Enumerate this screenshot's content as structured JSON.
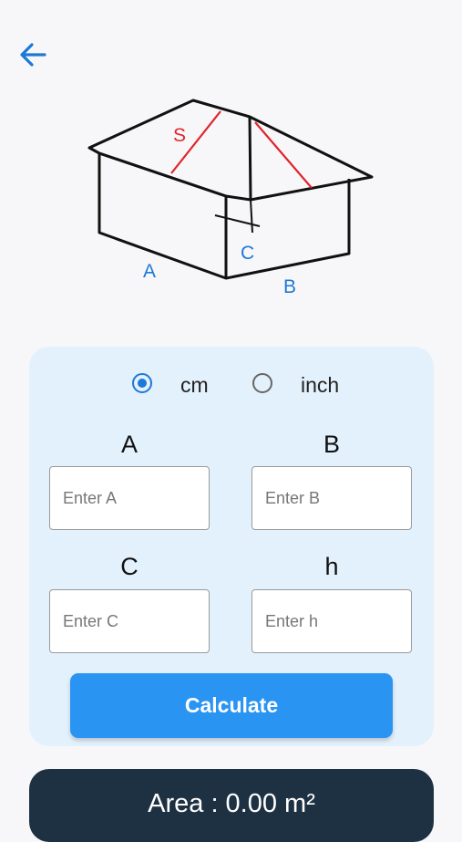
{
  "colors": {
    "accent": "#1e78d6",
    "button": "#2a94f3",
    "card_background": "#e3f1fc",
    "result_background": "#1e3143",
    "diagram_red": "#e0242b",
    "diagram_blue": "#1e78d6"
  },
  "header": {
    "back_icon": "arrow-left-icon"
  },
  "diagram": {
    "labels": {
      "s": "S",
      "a": "A",
      "b": "B",
      "c": "C"
    }
  },
  "units": {
    "options": [
      "cm",
      "inch"
    ],
    "selected": "cm"
  },
  "fields": {
    "a": {
      "label": "A",
      "placeholder": "Enter A",
      "value": ""
    },
    "b": {
      "label": "B",
      "placeholder": "Enter B",
      "value": ""
    },
    "c": {
      "label": "C",
      "placeholder": "Enter C",
      "value": ""
    },
    "h": {
      "label": "h",
      "placeholder": "Enter h",
      "value": ""
    }
  },
  "calculate_label": "Calculate",
  "result": {
    "text": "Area : 0.00 m²"
  }
}
